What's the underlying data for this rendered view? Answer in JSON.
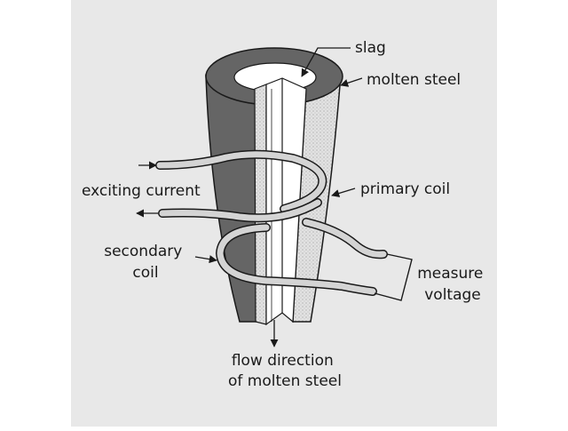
{
  "labels": {
    "slag": "slag",
    "molten_steel": "molten steel",
    "exciting_current": "exciting current",
    "primary_coil": "primary coil",
    "secondary_coil_line1": "secondary",
    "secondary_coil_line2": "coil",
    "measure_voltage_line1": "measure",
    "measure_voltage_line2": "voltage",
    "flow_direction_line1": "flow direction",
    "flow_direction_line2": "of molten steel"
  },
  "colors": {
    "panel": "#e8e8e8",
    "nozzle_dark": "#666666",
    "nozzle_inner": "#c8c8c8",
    "steel_section": "#ffffff",
    "wire": "#d4d4d4",
    "ink": "#1a1a1a"
  }
}
